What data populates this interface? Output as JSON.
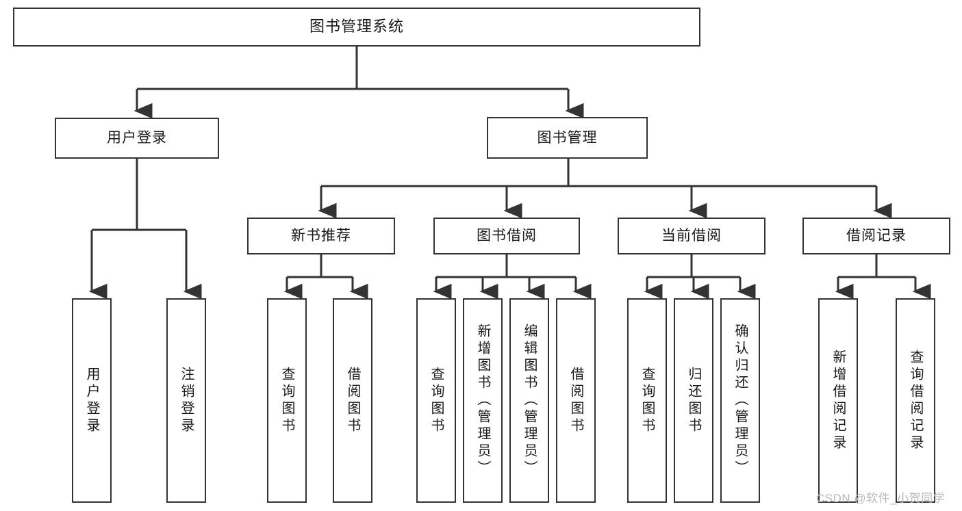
{
  "diagram": {
    "title": "图书管理系统",
    "type": "hierarchy-tree",
    "watermark": "CSDN @软件_小贺同学",
    "colors": {
      "box_border": "#333333",
      "box_fill": "#ffffff",
      "connector": "#333333",
      "text": "#1a1a1a",
      "watermark": "#b9b9b9"
    },
    "levels": {
      "root": {
        "label": "图书管理系统"
      },
      "level2": [
        {
          "label": "用户登录"
        },
        {
          "label": "图书管理"
        }
      ],
      "level3": [
        {
          "label": "新书推荐"
        },
        {
          "label": "图书借阅"
        },
        {
          "label": "当前借阅"
        },
        {
          "label": "借阅记录"
        }
      ]
    },
    "leaves": {
      "user_login": [
        {
          "label": "用户登录"
        },
        {
          "label": "注销登录"
        }
      ],
      "new_book_recommend": [
        {
          "label": "查询图书"
        },
        {
          "label": "借阅图书"
        }
      ],
      "book_borrow": [
        {
          "label": "查询图书"
        },
        {
          "label": "新增图书（管理员）"
        },
        {
          "label": "编辑图书（管理员）"
        },
        {
          "label": "借阅图书"
        }
      ],
      "current_borrow": [
        {
          "label": "查询图书"
        },
        {
          "label": "归还图书"
        },
        {
          "label": "确认归还（管理员）"
        }
      ],
      "borrow_record": [
        {
          "label": "新增借阅记录"
        },
        {
          "label": "查询借阅记录"
        }
      ]
    }
  }
}
